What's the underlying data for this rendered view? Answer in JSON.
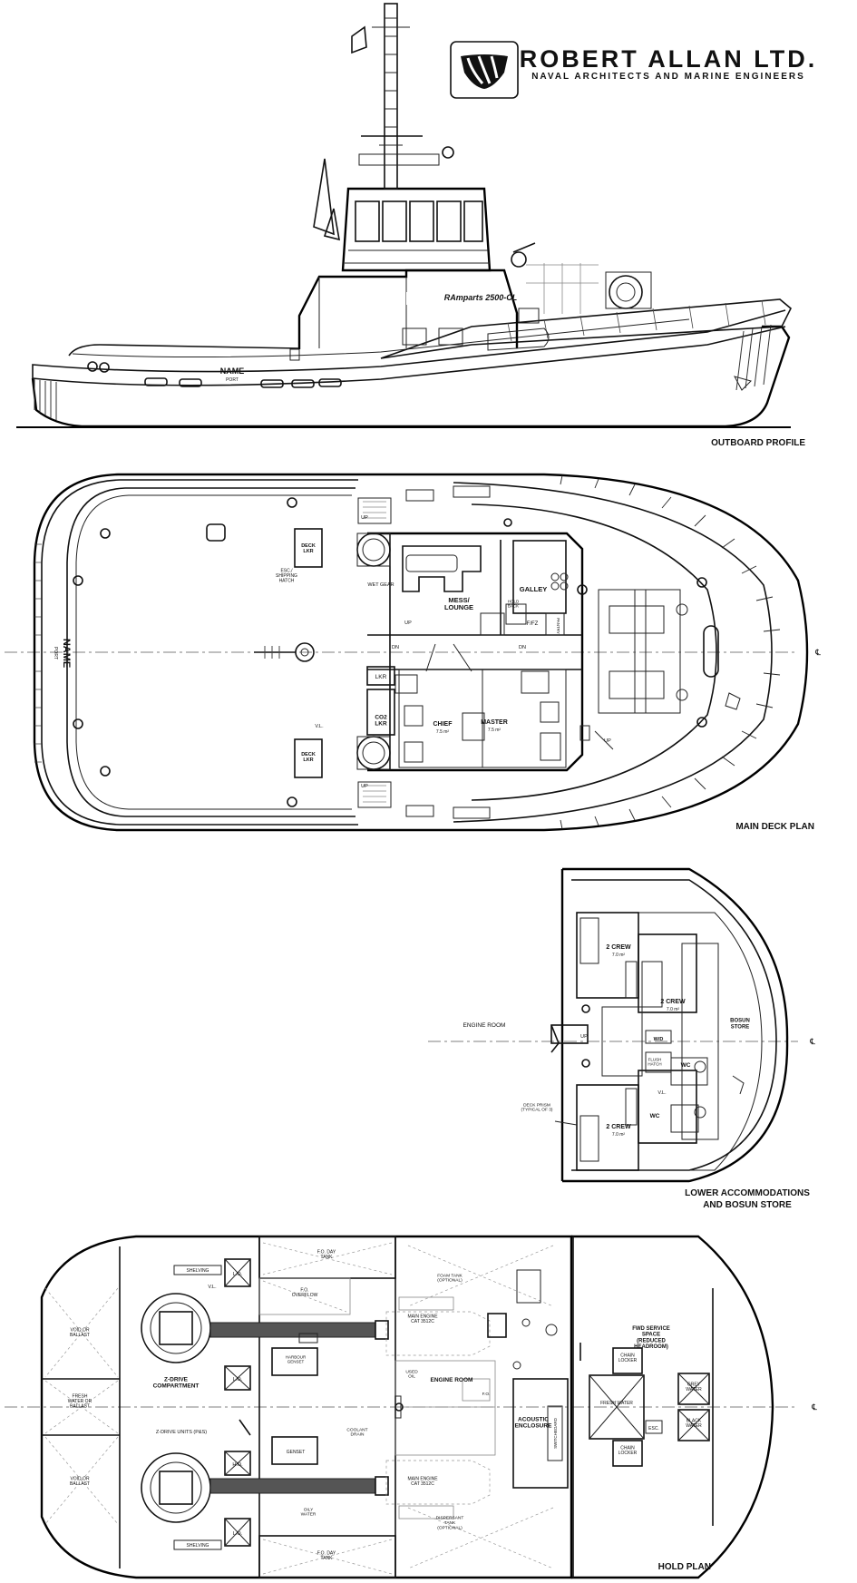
{
  "header": {
    "company_name": "ROBERT ALLAN LTD.",
    "company_tagline": "NAVAL ARCHITECTS AND MARINE ENGINEERS",
    "logo_icon": "hull-logo-icon"
  },
  "outboard_profile": {
    "title": "OUTBOARD PROFILE",
    "model_label": "RAmparts 2500-CL",
    "name_label": "NAME",
    "port_label": "PORT"
  },
  "main_deck": {
    "title": "MAIN DECK PLAN",
    "name_label": "NAME",
    "port_label": "PORT",
    "labels": {
      "deck_lkr_top": "DECK\nLKR",
      "esc_hatch": "ESC./\nSHIPPING\nHATCH",
      "wet_gear": "WET GEAR",
      "mess_lounge": "MESS/\nLOUNGE",
      "galley": "GALLEY",
      "hold_back": "HOLD\nBACK",
      "f_fz": "F/FZ",
      "pantry": "PANTRY",
      "lkr": "LKR",
      "co2_lkr": "CO2\nLKR",
      "deck_lkr_bottom": "DECK\nLKR",
      "chief": "CHIEF",
      "chief_area": "7.5 m²",
      "master": "MASTER",
      "master_area": "7.5 m²",
      "up_1": "UP",
      "up_2": "UP",
      "up_3": "UP",
      "up_4": "UP",
      "dn_1": "DN",
      "dn_2": "DN",
      "vl": "V.L."
    }
  },
  "lower_accommodations": {
    "title_line1": "LOWER ACCOMMODATIONS",
    "title_line2": "AND BOSUN STORE",
    "labels": {
      "engine_room": "ENGINE ROOM",
      "crew_1": "2 CREW",
      "crew_1_area": "7.0 m²",
      "crew_2": "2 CREW",
      "crew_2_area": "7.0 m²",
      "crew_3": "2 CREW",
      "crew_3_area": "7.0 m²",
      "bosun_store": "BOSUN\nSTORE",
      "wd": "W/D",
      "flush_hatch": "FLUSH\nHATCH",
      "wc_1": "WC",
      "wc_2": "WC",
      "deck_prism": "DECK PRISM\n(TYPICAL OF 3)",
      "up": "UP",
      "vl": "V.L."
    }
  },
  "hold_plan": {
    "title": "HOLD PLAN",
    "labels": {
      "void_ballast_top": "VOID OR\nBALLAST",
      "fresh_water_ballast": "FRESH\nWATER OR\nBALLAST",
      "void_ballast_bottom": "VOID OR\nBALLAST",
      "shelving_top": "SHELVING",
      "shelving_bottom": "SHELVING",
      "lo_1": "L.O.",
      "lo_2": "L.O.",
      "lo_3": "L.O.",
      "ho": "H.O.",
      "vl": "V.L.",
      "z_drive_compartment": "Z-DRIVE\nCOMPARTMENT",
      "z_drive_units": "Z-DRIVE UNITS (P&S)",
      "fo_day_tank_top": "F.O. DAY\nTANK",
      "fo_day_tank_bottom": "F.O. DAY\nTANK",
      "fo_overflow": "F.O.\nOVERFLOW",
      "main_engine_top": "MAIN ENGINE\nCAT 3512C",
      "main_engine_bottom": "MAIN ENGINE\nCAT 3512C",
      "engine_room": "ENGINE ROOM",
      "genset_top": "HARBOUR\nGENSET",
      "genset_bottom": "GENSET",
      "used_oil": "USED\nOIL",
      "coolant_drain": "COOLANT\nDRAIN",
      "oily_water": "OILY\nWATER",
      "foam_tank": "FOAM TANK\n(OPTIONAL)",
      "dispersant_tank": "DISPERSANT\nTANK\n(OPTIONAL)",
      "acoustic_enclosure": "ACOUSTIC\nENCLOSURE",
      "switchboard": "SWITCHBOARD",
      "fwd_service_space": "FWD SERVICE\nSPACE\n(REDUCED\nHEADROOM)",
      "chain_locker_top": "CHAIN\nLOCKER",
      "chain_locker_bottom": "CHAIN\nLOCKER",
      "fresh_water": "FRESH WATER",
      "grey_water": "GREY\nWATER",
      "black_water": "BLACK\nWATER",
      "esc": "ESC.",
      "fo": "F.O."
    }
  }
}
